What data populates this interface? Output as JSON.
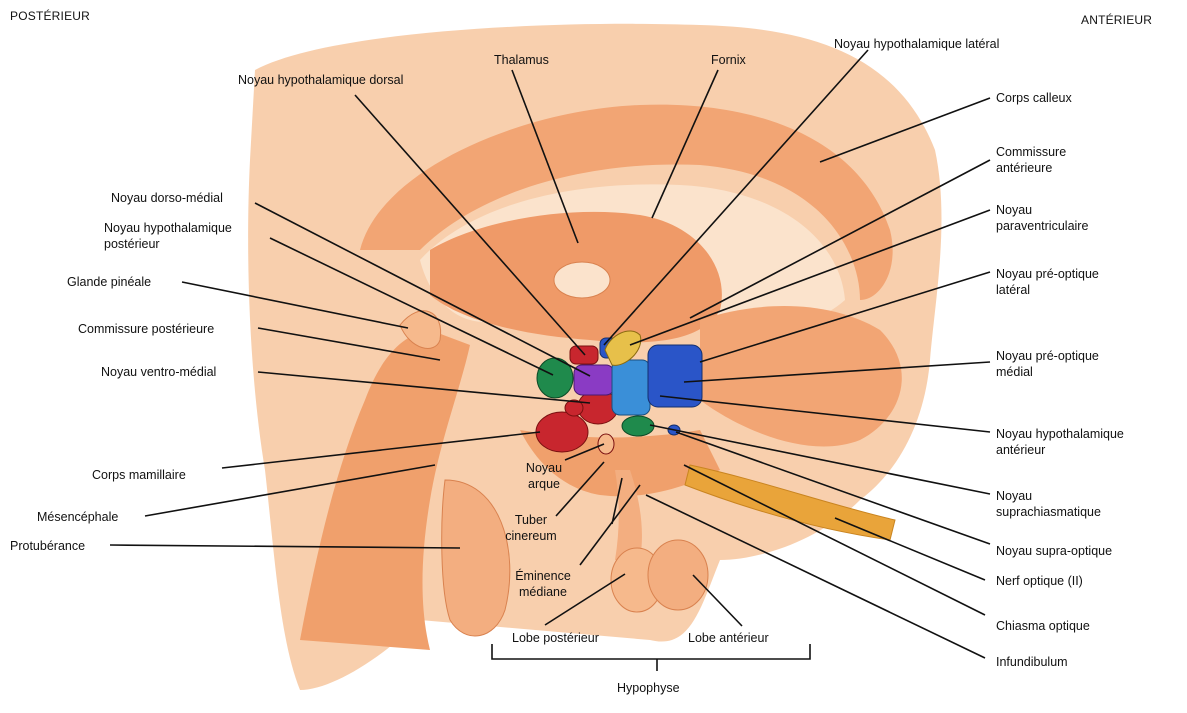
{
  "corners": {
    "posterior": "POSTÉRIEUR",
    "anterior": "ANTÉRIEUR"
  },
  "labels": {
    "thalamus": "Thalamus",
    "fornix": "Fornix",
    "noyau_hypothalamique_dorsal": "Noyau hypothalamique dorsal",
    "noyau_hypothalamique_lateral": "Noyau hypothalamique latéral",
    "corps_calleux": "Corps calleux",
    "commissure_anterieure": [
      "Commissure",
      "antérieure"
    ],
    "noyau_paraventriculaire": [
      "Noyau",
      "paraventriculaire"
    ],
    "noyau_preoptique_lateral": [
      "Noyau pré-optique",
      "latéral"
    ],
    "noyau_preoptique_medial": [
      "Noyau pré-optique",
      "médial"
    ],
    "noyau_hypothalamique_anterieur": [
      "Noyau hypothalamique",
      "antérieur"
    ],
    "noyau_suprachiasmatique": [
      "Noyau",
      "suprachiasmatique"
    ],
    "noyau_supraoptique": "Noyau supra-optique",
    "nerf_optique": "Nerf optique (II)",
    "chiasma_optique": "Chiasma optique",
    "infundibulum": "Infundibulum",
    "noyau_dorso_medial": "Noyau dorso-médial",
    "noyau_hypothalamique_posterieur": [
      "Noyau hypothalamique",
      "postérieur"
    ],
    "glande_pineale": "Glande pinéale",
    "commissure_posterieure": "Commissure postérieure",
    "noyau_ventro_medial": "Noyau ventro-médial",
    "corps_mamillaire": "Corps mamillaire",
    "mesencephale": "Mésencéphale",
    "protuberance": "Protubérance",
    "noyau_arque": [
      "Noyau",
      "arque"
    ],
    "tuber_cinereum": [
      "Tuber",
      "cinereum"
    ],
    "eminence_mediane": [
      "Éminence",
      "médiane"
    ],
    "lobe_posterieur": "Lobe postérieur",
    "lobe_anterieur": "Lobe antérieur",
    "hypophyse": "Hypophyse"
  },
  "colors": {
    "background_tissue": "#f7caa4",
    "tissue": "#f2a574",
    "tissue_dark": "#d9824f",
    "cavity": "#fbe3cc",
    "optic_nerve": "#e9a43a",
    "nucleus_red": "#c8262e",
    "nucleus_green": "#1f8a4c",
    "nucleus_blue": "#2a55c8",
    "nucleus_lightblue": "#3a8fd8",
    "nucleus_purple": "#8a3bc4",
    "nucleus_yellow": "#e7c04a"
  }
}
